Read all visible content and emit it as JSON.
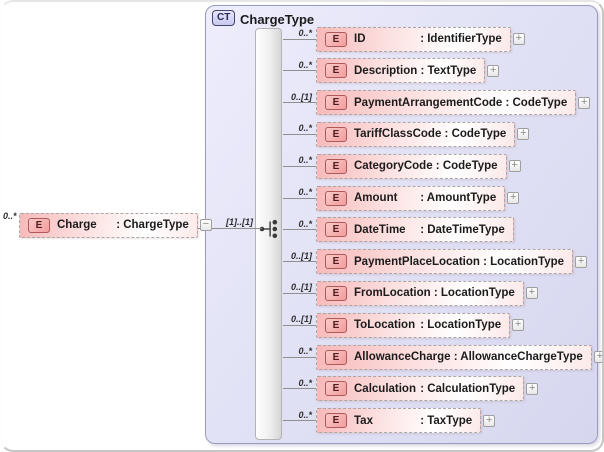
{
  "palette": {
    "container_fill_light": "#ededfc",
    "container_fill_dark": "#d6d6ef",
    "container_border": "#9a9ac1",
    "element_pink": "#f7b9b9",
    "element_border": "#a8a8a8",
    "badge_pink": "#f19c9c",
    "badge_border": "#ad5a5a",
    "connector": "#8f8f8f"
  },
  "icons": {
    "element_badge": "E",
    "complex_type_badge": "CT",
    "compositor_icon": "sequence-icon",
    "expand_glyph": "+",
    "collapse_glyph": "−"
  },
  "root_element": {
    "cardinality": "0..*",
    "badge": "E",
    "name": "Charge",
    "type": "ChargeType",
    "expanded": true
  },
  "connector_label": "[1]..[1]",
  "complex_type": {
    "badge": "CT",
    "title": "ChargeType",
    "compositor": "sequence",
    "children": [
      {
        "cardinality": "0..*",
        "badge": "E",
        "name": "ID",
        "type": "IdentifierType",
        "expandable": true
      },
      {
        "cardinality": "0..*",
        "badge": "E",
        "name": "Description",
        "type": "TextType",
        "expandable": true
      },
      {
        "cardinality": "0..[1]",
        "badge": "E",
        "name": "PaymentArrangementCode",
        "type": "CodeType",
        "expandable": true
      },
      {
        "cardinality": "0..*",
        "badge": "E",
        "name": "TariffClassCode",
        "type": "CodeType",
        "expandable": true
      },
      {
        "cardinality": "0..*",
        "badge": "E",
        "name": "CategoryCode",
        "type": "CodeType",
        "expandable": true
      },
      {
        "cardinality": "0..*",
        "badge": "E",
        "name": "Amount",
        "type": "AmountType",
        "expandable": true
      },
      {
        "cardinality": "0..*",
        "badge": "E",
        "name": "DateTime",
        "type": "DateTimeType",
        "expandable": false
      },
      {
        "cardinality": "0..[1]",
        "badge": "E",
        "name": "PaymentPlaceLocation",
        "type": "LocationType",
        "expandable": true
      },
      {
        "cardinality": "0..[1]",
        "badge": "E",
        "name": "FromLocation",
        "type": "LocationType",
        "expandable": true
      },
      {
        "cardinality": "0..[1]",
        "badge": "E",
        "name": "ToLocation",
        "type": "LocationType",
        "expandable": true
      },
      {
        "cardinality": "0..*",
        "badge": "E",
        "name": "AllowanceCharge",
        "type": "AllowanceChargeType",
        "expandable": true
      },
      {
        "cardinality": "0..*",
        "badge": "E",
        "name": "Calculation",
        "type": "CalculationType",
        "expandable": true
      },
      {
        "cardinality": "0..*",
        "badge": "E",
        "name": "Tax",
        "type": "TaxType",
        "expandable": true
      }
    ]
  }
}
